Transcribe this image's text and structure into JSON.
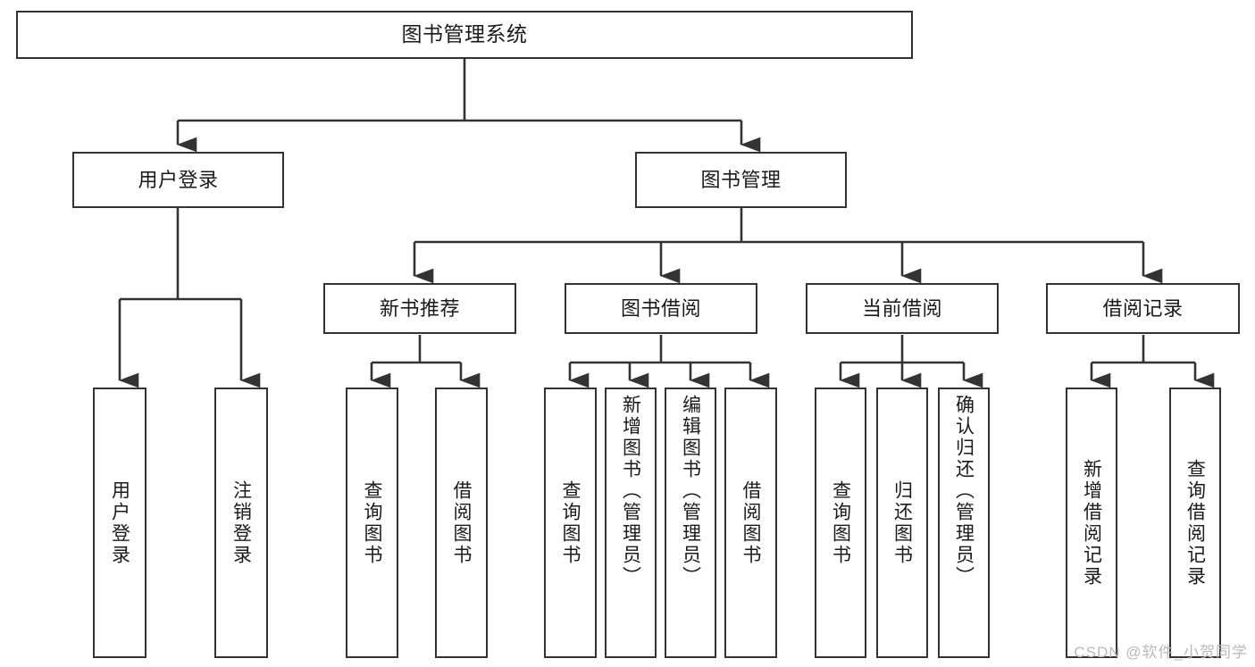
{
  "diagram": {
    "title": "图书管理系统",
    "watermark": "CSDN @软件_小贺同学",
    "colors": {
      "box_border": "#333333",
      "box_fill": "#ffffff",
      "connector": "#333333",
      "text": "#1a1a1a",
      "watermark": "#b9b9b9",
      "background": "#ffffff"
    },
    "root": {
      "label": "图书管理系统"
    },
    "level1": [
      {
        "label": "用户登录"
      },
      {
        "label": "图书管理"
      }
    ],
    "level2": [
      {
        "label": "新书推荐"
      },
      {
        "label": "图书借阅"
      },
      {
        "label": "当前借阅"
      },
      {
        "label": "借阅记录"
      }
    ],
    "leaves": {
      "user_login": [
        {
          "label": "用户登录"
        },
        {
          "label": "注销登录"
        }
      ],
      "new_book_recommend": [
        {
          "label": "查询图书"
        },
        {
          "label": "借阅图书"
        }
      ],
      "book_borrow": [
        {
          "label": "查询图书"
        },
        {
          "label": "新增图书（管理员）"
        },
        {
          "label": "编辑图书（管理员）"
        },
        {
          "label": "借阅图书"
        }
      ],
      "current_borrow": [
        {
          "label": "查询图书"
        },
        {
          "label": "归还图书"
        },
        {
          "label": "确认归还（管理员）"
        }
      ],
      "borrow_record": [
        {
          "label": "新增借阅记录"
        },
        {
          "label": "查询借阅记录"
        }
      ]
    }
  }
}
